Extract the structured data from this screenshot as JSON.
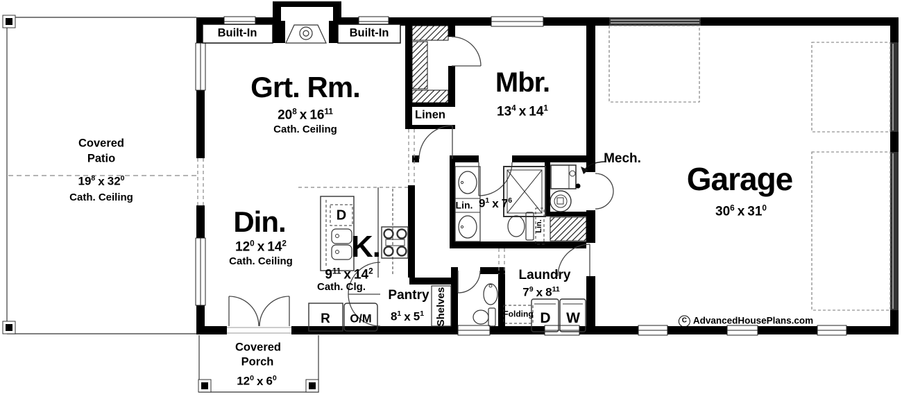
{
  "plan": {
    "dim_sep": "x",
    "watermark": {
      "symbol": "C",
      "site": "AdvancedHousePlans.com"
    },
    "rooms": {
      "patio": {
        "line1": "Covered",
        "line2": "Patio",
        "a": "19",
        "as": "8",
        "b": "32",
        "bs": "0",
        "ceiling": "Cath. Ceiling"
      },
      "grt_rm": {
        "name": "Grt. Rm.",
        "a": "20",
        "as": "8",
        "b": "16",
        "bs": "11",
        "ceiling": "Cath. Ceiling"
      },
      "mbr": {
        "name": "Mbr.",
        "a": "13",
        "as": "4",
        "b": "14",
        "bs": "1"
      },
      "din": {
        "name": "Din.",
        "a": "12",
        "as": "0",
        "b": "14",
        "bs": "2",
        "ceiling": "Cath. Ceiling"
      },
      "kitchen": {
        "name": "K.",
        "a": "9",
        "as": "11",
        "b": "14",
        "bs": "2",
        "ceiling": "Cath. Clg."
      },
      "bath": {
        "lin": "Lin.",
        "a": "9",
        "as": "1",
        "b": "7",
        "bs": "6"
      },
      "garage": {
        "name": "Garage",
        "a": "30",
        "as": "6",
        "b": "31",
        "bs": "0"
      },
      "laundry": {
        "name": "Laundry",
        "a": "7",
        "as": "9",
        "b": "8",
        "bs": "11"
      },
      "pantry": {
        "name": "Pantry",
        "a": "8",
        "as": "1",
        "b": "5",
        "bs": "1"
      },
      "porch": {
        "line1": "Covered",
        "line2": "Porch",
        "a": "12",
        "as": "0",
        "b": "6",
        "bs": "0"
      },
      "mech": {
        "name": "Mech."
      },
      "linen": {
        "name": "Linen"
      }
    },
    "labels": {
      "built_in": "Built-In",
      "shelves": "Shelves",
      "folding": "Folding",
      "dryer": "D",
      "washer": "W",
      "fridge": "R",
      "oven_micro": "O/M",
      "dishwasher": "D",
      "lin_small": "Lin."
    },
    "colors": {
      "wall": "#000000",
      "line": "#333333",
      "garage_door": "#333333",
      "dash": "#777777"
    }
  }
}
